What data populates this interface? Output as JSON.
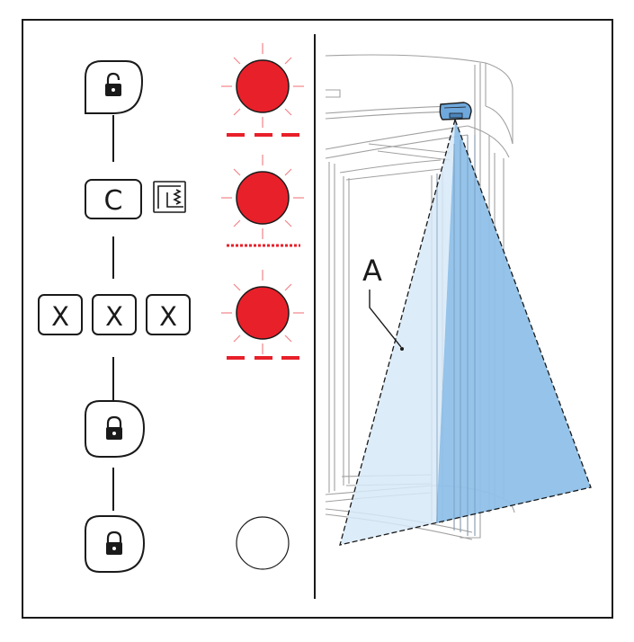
{
  "diagram": {
    "steps": [
      {
        "button": "unlock-key",
        "light": "red-blinking",
        "light_pattern": "long-dash"
      },
      {
        "button": "C",
        "aux_icon": "relay-switch-icon",
        "light": "red-blinking",
        "light_pattern": "short-dot"
      },
      {
        "button": "X X X",
        "light": "red-blinking",
        "light_pattern": "long-dash"
      },
      {
        "button": "lock-key",
        "light": "none"
      },
      {
        "button": "lock-key",
        "light": "off-white"
      }
    ],
    "c_key_label": "C",
    "x_key_label": "X",
    "sensor_label": "A",
    "colors": {
      "led_red": "#e8202a",
      "led_off": "#ffffff",
      "beam_light": "#d7e9f8",
      "beam_dark": "#8fc0e8",
      "sensor": "#6fa8dc",
      "line": "#1a1a1a"
    }
  }
}
